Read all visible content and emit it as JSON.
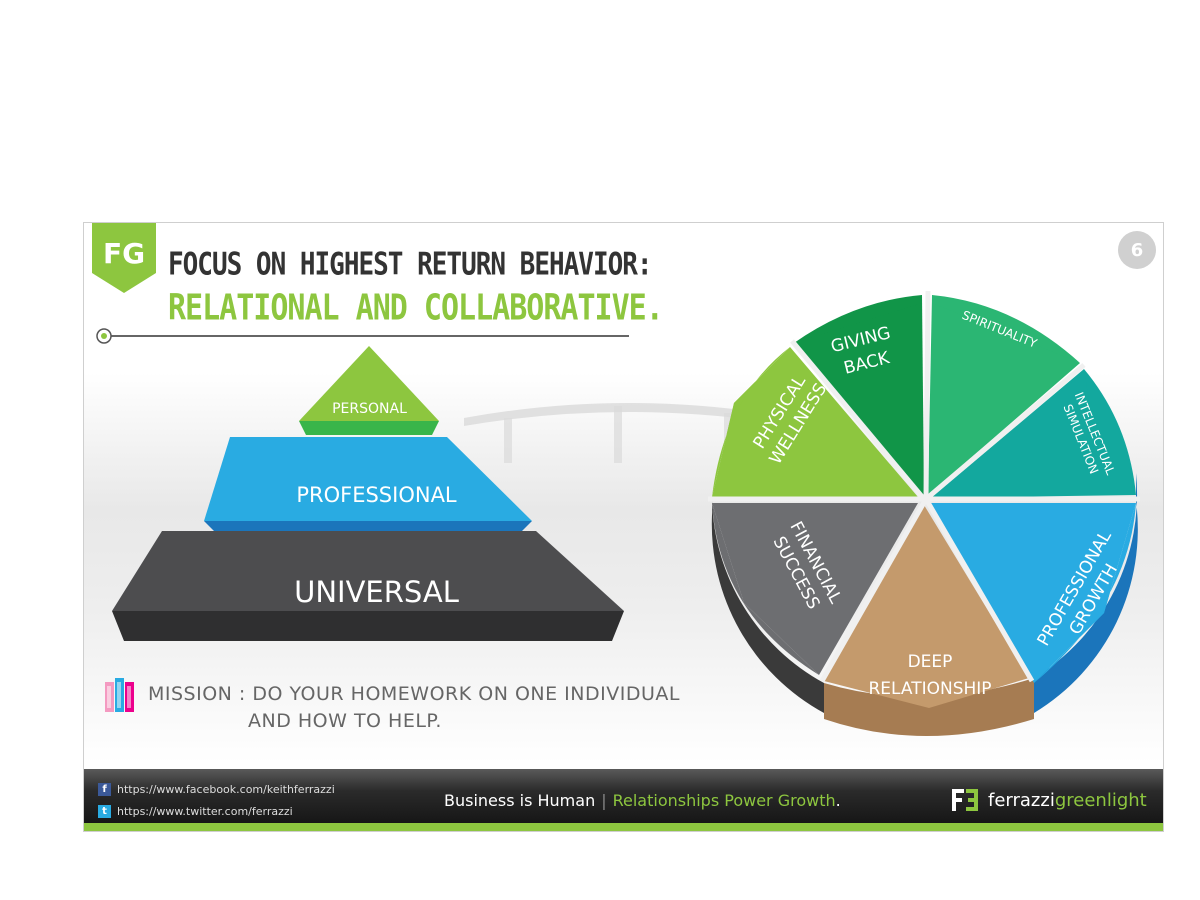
{
  "slide": {
    "page_number": "6",
    "title_line1": "FOCUS ON HIGHEST RETURN BEHAVIOR:",
    "title_line2": "RELATIONAL AND COLLABORATIVE."
  },
  "pyramid": {
    "tiers": [
      {
        "label": "PERSONAL",
        "color": "#8dc63f"
      },
      {
        "label": "PROFESSIONAL",
        "color": "#29abe2"
      },
      {
        "label": "UNIVERSAL",
        "color": "#4d4d4f"
      }
    ]
  },
  "mission": {
    "line1": "MISSION : DO YOUR HOMEWORK ON ONE INDIVIDUAL",
    "line2": "AND HOW TO HELP."
  },
  "wheel": {
    "segments": [
      {
        "label": "GIVING BACK",
        "color": "#119548"
      },
      {
        "label": "SPIRITUALITY",
        "color": "#2bb673"
      },
      {
        "label": "INTELLECTUAL SIMULATION",
        "color": "#13a89e"
      },
      {
        "label": "PROFESSIONAL GROWTH",
        "color": "#29abe2"
      },
      {
        "label": "DEEP RELATIONSHIP",
        "color": "#c49a6c"
      },
      {
        "label": "FINANCIAL SUCCESS",
        "color": "#6d6e71"
      },
      {
        "label": "PHYSICAL WELLNESS",
        "color": "#8dc63f"
      }
    ]
  },
  "footer": {
    "facebook_url": "https://www.facebook.com/keithferrazzi",
    "twitter_url": "https://www.twitter.com/ferrazzi",
    "tagline_part1": "Business is Human",
    "tagline_separator": "|",
    "tagline_part2": "Relationships Power Growth",
    "tagline_period": ".",
    "brand_part1": "ferrazzi",
    "brand_part2": "greenlight",
    "brand_logo_text": "FG"
  },
  "icons": {
    "logo": "fg-logo-icon",
    "facebook": "facebook-icon",
    "twitter": "twitter-icon",
    "mission": "book-stack-icon"
  },
  "colors": {
    "brand_green": "#8dc63f",
    "dark": "#333333"
  }
}
